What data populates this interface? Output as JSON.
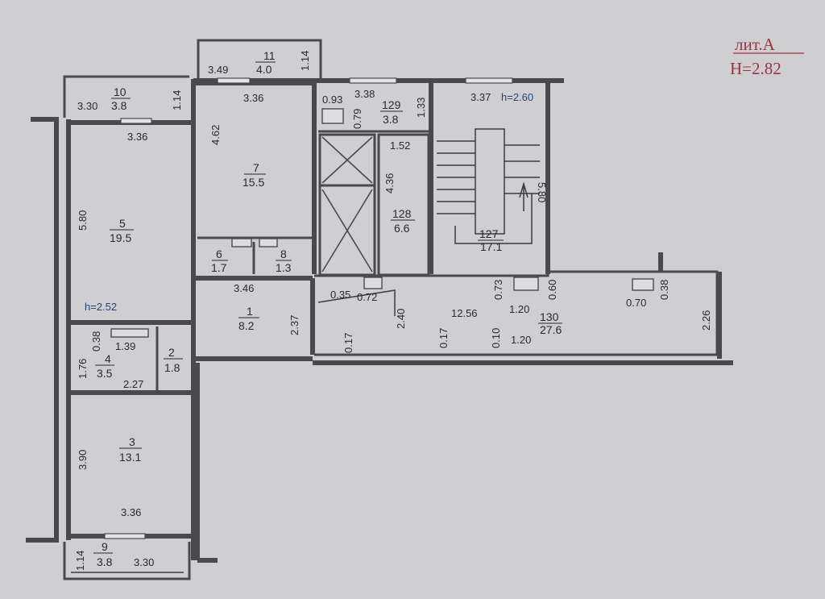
{
  "stamp": {
    "lit": "лит.А",
    "height": "H=2.82"
  },
  "rooms": [
    {
      "id": "r11",
      "num": "11",
      "area": "4.0"
    },
    {
      "id": "r10",
      "num": "10",
      "area": "3.8"
    },
    {
      "id": "r7",
      "num": "7",
      "area": "15.5"
    },
    {
      "id": "r129",
      "num": "129",
      "area": "3.8"
    },
    {
      "id": "r5",
      "num": "5",
      "area": "19.5"
    },
    {
      "id": "r128",
      "num": "128",
      "area": "6.6"
    },
    {
      "id": "r127",
      "num": "127",
      "area": "17.1"
    },
    {
      "id": "r6",
      "num": "6",
      "area": "1.7"
    },
    {
      "id": "r8",
      "num": "8",
      "area": "1.3"
    },
    {
      "id": "r1",
      "num": "1",
      "area": "8.2"
    },
    {
      "id": "r130",
      "num": "130",
      "area": "27.6"
    },
    {
      "id": "r4",
      "num": "4",
      "area": "3.5"
    },
    {
      "id": "r2",
      "num": "2",
      "area": "1.8"
    },
    {
      "id": "r3",
      "num": "3",
      "area": "13.1"
    },
    {
      "id": "r9",
      "num": "9",
      "area": "3.8"
    }
  ],
  "dims": [
    "3.49",
    "1.14",
    "3.30",
    "1.14",
    "3.36",
    "3.36",
    "4.62",
    "0.93",
    "3.38",
    "0.79",
    "1.33",
    "3.37",
    "1.52",
    "4.36",
    "5.80",
    "5.80",
    "3.46",
    "0.35",
    "0.72",
    "0.73",
    "0.60",
    "0.70",
    "0.38",
    "1.20",
    "12.56",
    "2.40",
    "2.37",
    "2.26",
    "0.17",
    "0.17",
    "0.10",
    "1.20",
    "0.38",
    "1.39",
    "1.76",
    "2.27",
    "3.90",
    "3.36",
    "1.14",
    "3.30"
  ],
  "heights": [
    "h=2.60",
    "h=2.52"
  ]
}
